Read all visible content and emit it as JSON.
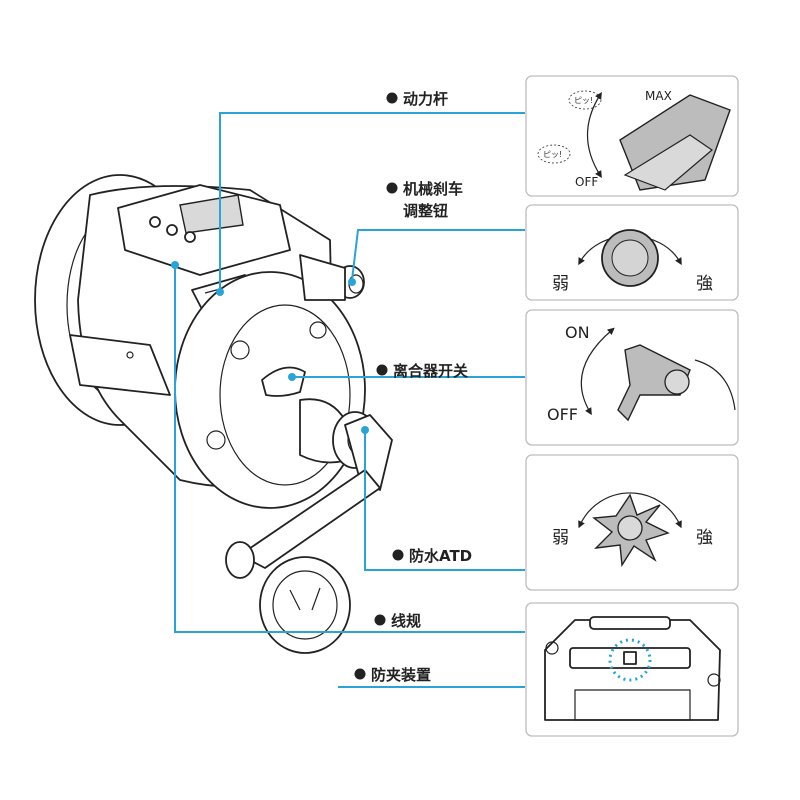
{
  "callouts": {
    "power_lever": "动力杆",
    "drag_knob_line1": "机械刹车",
    "drag_knob_line2": "调整钮",
    "clutch": "离合器开关",
    "atd": "防水ATD",
    "level_wind": "线规",
    "anti_pinch": "防夹装置"
  },
  "panels": {
    "lever": {
      "max_label": "MAX",
      "off_label": "OFF",
      "beep_text": "ピッ!"
    },
    "drag": {
      "weak": "弱",
      "strong": "強"
    },
    "clutch": {
      "on_label": "ON",
      "off_label": "OFF"
    },
    "atd": {
      "weak": "弱",
      "strong": "強"
    }
  },
  "colors": {
    "leader_line": "#29a3d8",
    "panel_border": "#bdbdbd",
    "accent_gray": "#bcbcbc"
  },
  "icons": [
    "bullet-dot",
    "curved-arrow",
    "dotted-circle-highlight"
  ]
}
